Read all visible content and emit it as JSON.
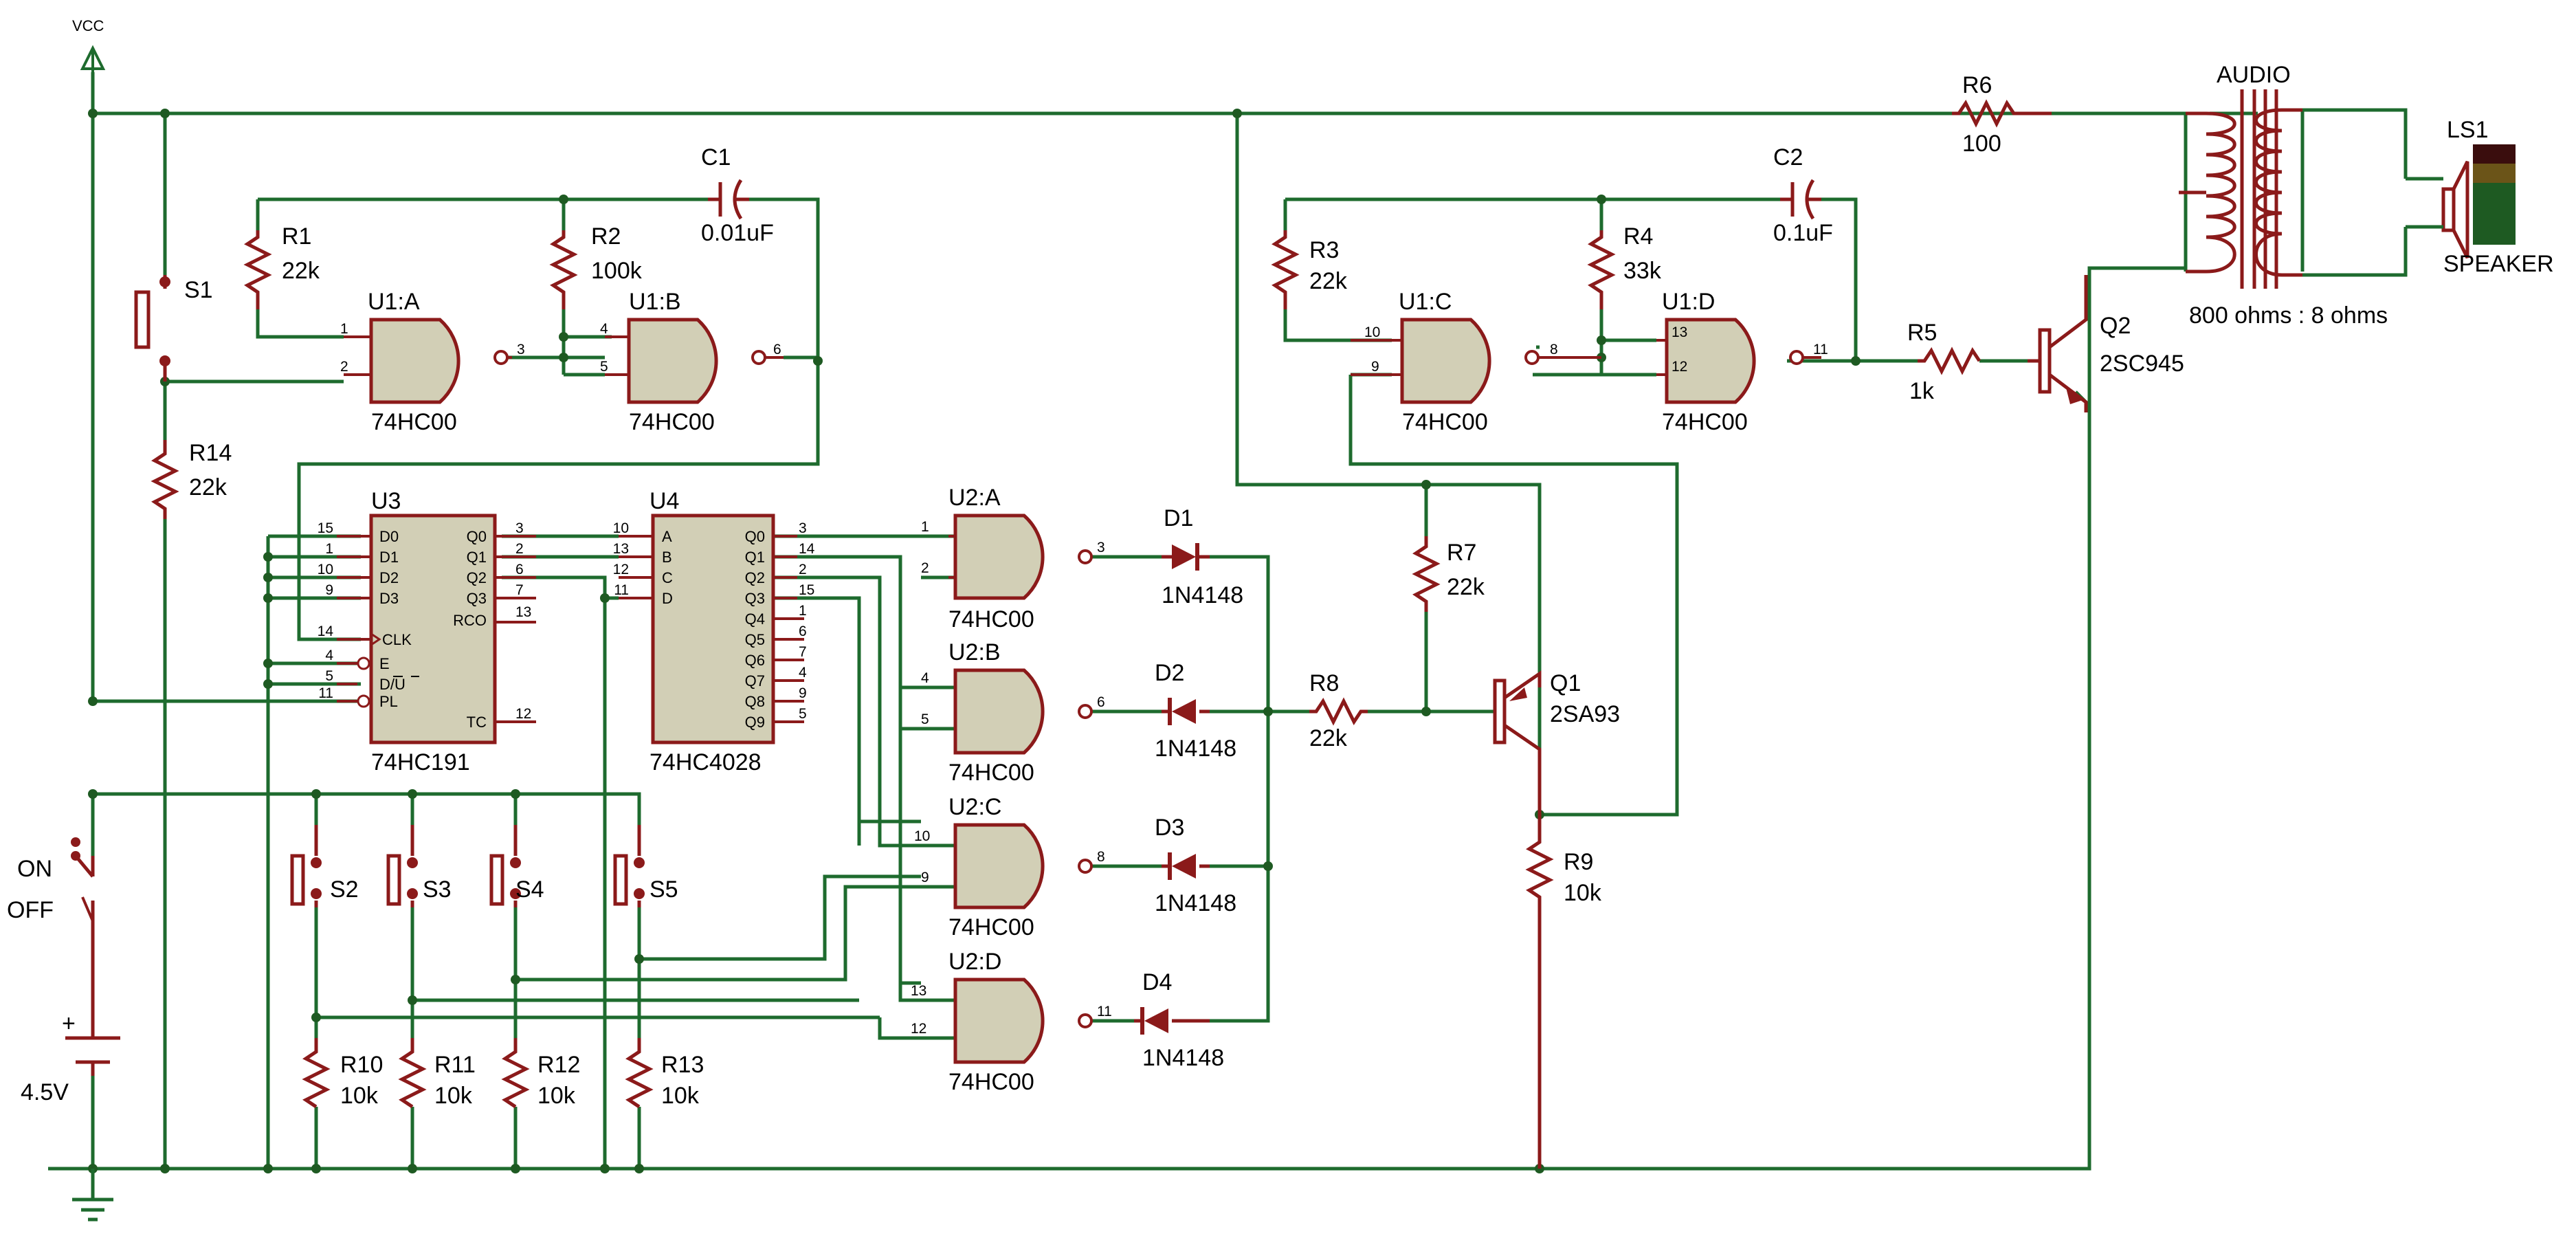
{
  "vcc_label": "VCC",
  "power": {
    "battery": {
      "plus": "+",
      "value": "4.5V"
    },
    "switch_on": "ON",
    "switch_off": "OFF"
  },
  "switches": {
    "s1": "S1",
    "s2": "S2",
    "s3": "S3",
    "s4": "S4",
    "s5": "S5"
  },
  "resistors": {
    "r1": {
      "name": "R1",
      "value": "22k"
    },
    "r2": {
      "name": "R2",
      "value": "100k"
    },
    "r3": {
      "name": "R3",
      "value": "22k"
    },
    "r4": {
      "name": "R4",
      "value": "33k"
    },
    "r5": {
      "name": "R5",
      "value": "1k"
    },
    "r6": {
      "name": "R6",
      "value": "100"
    },
    "r7": {
      "name": "R7",
      "value": "22k"
    },
    "r8": {
      "name": "R8",
      "value": "22k"
    },
    "r9": {
      "name": "R9",
      "value": "10k"
    },
    "r10": {
      "name": "R10",
      "value": "10k"
    },
    "r11": {
      "name": "R11",
      "value": "10k"
    },
    "r12": {
      "name": "R12",
      "value": "10k"
    },
    "r13": {
      "name": "R13",
      "value": "10k"
    },
    "r14": {
      "name": "R14",
      "value": "22k"
    }
  },
  "capacitors": {
    "c1": {
      "name": "C1",
      "value": "0.01uF"
    },
    "c2": {
      "name": "C2",
      "value": "0.1uF"
    }
  },
  "gates": {
    "u1a": {
      "name": "U1:A",
      "part": "74HC00",
      "in1": "1",
      "in2": "2",
      "out": "3"
    },
    "u1b": {
      "name": "U1:B",
      "part": "74HC00",
      "in1": "4",
      "in2": "5",
      "out": "6"
    },
    "u1c": {
      "name": "U1:C",
      "part": "74HC00",
      "in1": "10",
      "in2": "9",
      "out": "8"
    },
    "u1d": {
      "name": "U1:D",
      "part": "74HC00",
      "in1": "13",
      "in2": "12",
      "out": "11"
    },
    "u2a": {
      "name": "U2:A",
      "part": "74HC00",
      "in1": "1",
      "in2": "2",
      "out": "3"
    },
    "u2b": {
      "name": "U2:B",
      "part": "74HC00",
      "in1": "4",
      "in2": "5",
      "out": "6"
    },
    "u2c": {
      "name": "U2:C",
      "part": "74HC00",
      "in1": "10",
      "in2": "9",
      "out": "8"
    },
    "u2d": {
      "name": "U2:D",
      "part": "74HC00",
      "in1": "13",
      "in2": "12",
      "out": "11"
    }
  },
  "u3": {
    "name": "U3",
    "part": "74HC191",
    "left_pins": [
      {
        "num": "15",
        "label": "D0"
      },
      {
        "num": "1",
        "label": "D1"
      },
      {
        "num": "10",
        "label": "D2"
      },
      {
        "num": "9",
        "label": "D3"
      },
      {
        "num": "14",
        "label": "CLK"
      },
      {
        "num": "4",
        "label": "E"
      },
      {
        "num": "5",
        "label": "D/U"
      },
      {
        "num": "11",
        "label": "PL"
      }
    ],
    "right_pins": [
      {
        "num": "3",
        "label": "Q0"
      },
      {
        "num": "2",
        "label": "Q1"
      },
      {
        "num": "6",
        "label": "Q2"
      },
      {
        "num": "7",
        "label": "Q3"
      },
      {
        "num": "13",
        "label": "RCO"
      },
      {
        "num": "12",
        "label": "TC"
      }
    ]
  },
  "u4": {
    "name": "U4",
    "part": "74HC4028",
    "left_pins": [
      {
        "num": "10",
        "label": "A"
      },
      {
        "num": "13",
        "label": "B"
      },
      {
        "num": "12",
        "label": "C"
      },
      {
        "num": "11",
        "label": "D"
      }
    ],
    "right_pins": [
      {
        "num": "3",
        "label": "Q0"
      },
      {
        "num": "14",
        "label": "Q1"
      },
      {
        "num": "2",
        "label": "Q2"
      },
      {
        "num": "15",
        "label": "Q3"
      },
      {
        "num": "1",
        "label": "Q4"
      },
      {
        "num": "6",
        "label": "Q5"
      },
      {
        "num": "7",
        "label": "Q6"
      },
      {
        "num": "4",
        "label": "Q7"
      },
      {
        "num": "9",
        "label": "Q8"
      },
      {
        "num": "5",
        "label": "Q9"
      }
    ]
  },
  "diodes": {
    "d1": {
      "name": "D1",
      "part": "1N4148"
    },
    "d2": {
      "name": "D2",
      "part": "1N4148"
    },
    "d3": {
      "name": "D3",
      "part": "1N4148"
    },
    "d4": {
      "name": "D4",
      "part": "1N4148"
    }
  },
  "transistors": {
    "q1": {
      "name": "Q1",
      "part": "2SA93"
    },
    "q2": {
      "name": "Q2",
      "part": "2SC945"
    }
  },
  "transformer": {
    "label": "AUDIO",
    "ratio": "800 ohms : 8 ohms"
  },
  "speaker": {
    "name": "LS1",
    "label": "SPEAKER"
  },
  "colors": {
    "wire": "#1e6b2e",
    "component": "#8b1a1a",
    "gate_fill": "#d2cfb6",
    "junction": "#1e5a22",
    "speaker_dark": "#3a0d0d",
    "speaker_mid": "#6b5418",
    "speaker_low": "#1e5a22"
  }
}
